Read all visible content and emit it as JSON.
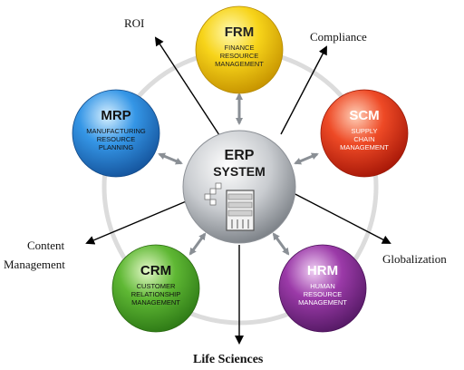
{
  "center": {
    "abbr_line1": "ERP",
    "abbr_line2": "SYSTEM"
  },
  "modules": [
    {
      "id": "frm",
      "abbr": "FRM",
      "lines": [
        "FINANCE",
        "RESOURCE",
        "MANAGEMENT"
      ],
      "color": "#f2c400"
    },
    {
      "id": "scm",
      "abbr": "SCM",
      "lines": [
        "SUPPLY",
        "CHAIN",
        "MANAGEMENT"
      ],
      "color": "#e03a1e"
    },
    {
      "id": "hrm",
      "abbr": "HRM",
      "lines": [
        "HUMAN",
        "RESOURCE",
        "MANAGEMENT"
      ],
      "color": "#7a2a8a"
    },
    {
      "id": "crm",
      "abbr": "CRM",
      "lines": [
        "CUSTOMER",
        "RELATIONSHIP",
        "MANAGEMENT"
      ],
      "color": "#4aa02c"
    },
    {
      "id": "mrp",
      "abbr": "MRP",
      "lines": [
        "MANUFACTURING",
        "RESOURCE",
        "PLANNING"
      ],
      "color": "#2a86d8"
    }
  ],
  "labels": {
    "roi": "ROI",
    "compliance": "Compliance",
    "globalization": "Globalization",
    "content_line1": "Content",
    "content_line2": "Management",
    "life_sciences": "Life Sciences"
  }
}
